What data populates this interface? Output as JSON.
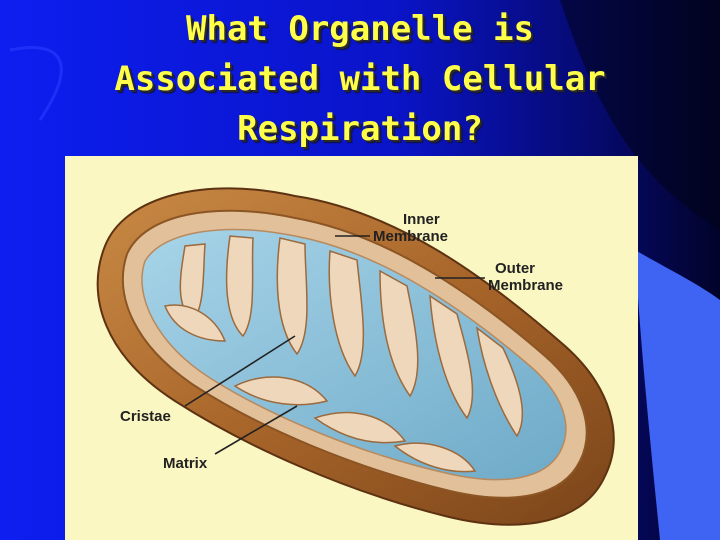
{
  "title": {
    "lines": [
      "What Organelle is",
      "Associated with Cellular",
      "Respiration?"
    ]
  },
  "figure": {
    "labels": {
      "inner_membrane_1": "Inner",
      "inner_membrane_2": "Membrane",
      "outer_membrane_1": "Outer",
      "outer_membrane_2": "Membrane",
      "cristae": "Cristae",
      "matrix": "Matrix"
    }
  },
  "colors": {
    "background": "#0c18e6",
    "title": "#ffff4a",
    "figure_background": "#fbf7c2",
    "outer_membrane": "#b8742e",
    "matrix": "#8ec2d8",
    "inner_membrane": "#e7c9a8"
  }
}
